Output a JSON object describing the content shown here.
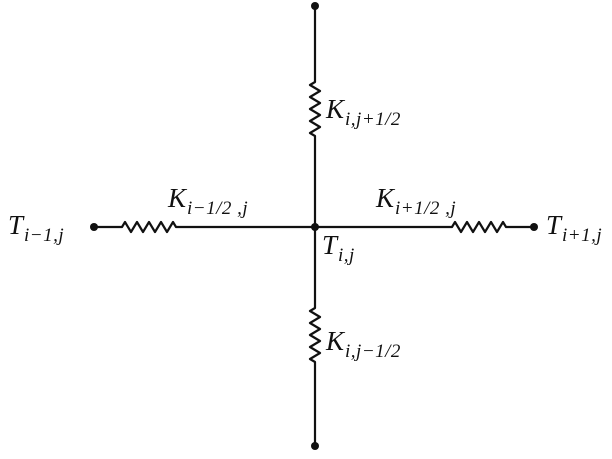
{
  "diagram": {
    "nodes": {
      "center": {
        "symbol": "T",
        "subscript": "i,j"
      },
      "left": {
        "symbol": "T",
        "subscript": "i−1,j"
      },
      "right": {
        "symbol": "T",
        "subscript": "i+1,j"
      },
      "top": {
        "symbol": "",
        "subscript": ""
      },
      "bottom": {
        "symbol": "",
        "subscript": ""
      }
    },
    "resistors": {
      "west": {
        "symbol": "K",
        "subscript": "i−1/2 ,j"
      },
      "east": {
        "symbol": "K",
        "subscript": "i+1/2 ,j"
      },
      "north": {
        "symbol": "K",
        "subscript": "i,j+1/2"
      },
      "south": {
        "symbol": "K",
        "subscript": "i,j−1/2"
      }
    }
  }
}
